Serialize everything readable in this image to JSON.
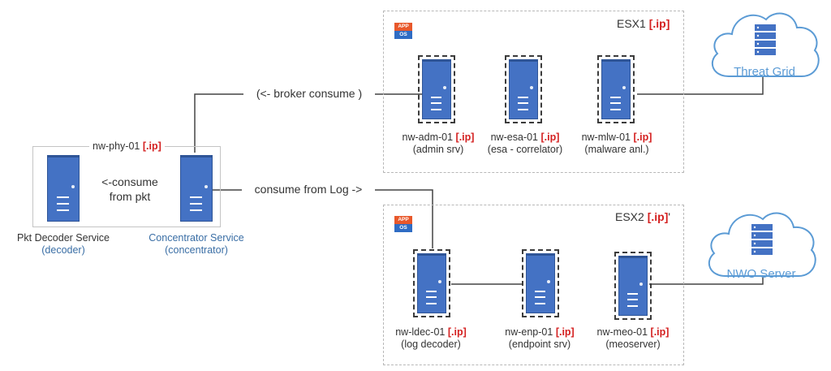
{
  "esx1": {
    "title": "ESX1",
    "ip": "[.ip]"
  },
  "esx2": {
    "title": "ESX2",
    "ip": "[.ip]",
    "mark": "'"
  },
  "appos": {
    "app": "APP",
    "os": "OS"
  },
  "phy": {
    "title": "nw-phy-01",
    "ip": "[.ip]"
  },
  "nodes": {
    "adm": {
      "name": "nw-adm-01",
      "ip": "[.ip]",
      "role": "(admin srv)"
    },
    "esa": {
      "name": "nw-esa-01",
      "ip": "[.ip]",
      "role": "(esa - correlator)"
    },
    "mlw": {
      "name": "nw-mlw-01",
      "ip": "[.ip]",
      "role": "(malware anl.)"
    },
    "ldec": {
      "name": "nw-ldec-01",
      "ip": "[.ip]",
      "role": "(log decoder)"
    },
    "enp": {
      "name": "nw-enp-01",
      "ip": "[.ip]",
      "role": "(endpoint srv)"
    },
    "meo": {
      "name": "nw-meo-01",
      "ip": "[.ip]",
      "role": "(meoserver)"
    },
    "decoder": {
      "name": "Pkt Decoder Service",
      "role": "(decoder)"
    },
    "concentrator": {
      "name": "Concentrator Service",
      "role": "(concentrator)"
    }
  },
  "clouds": {
    "threatgrid": "Threat Grid",
    "nwo": "NWO Server"
  },
  "edges": {
    "broker": "(<- broker consume )",
    "consume_pkt_1": "<-consume",
    "consume_pkt_2": "from pkt",
    "consume_log": "consume from Log ->"
  },
  "colors": {
    "server": "#4472c4",
    "ip": "#d42020",
    "label_blue": "#3a6ea5",
    "cloud": "#5b9bd5"
  }
}
